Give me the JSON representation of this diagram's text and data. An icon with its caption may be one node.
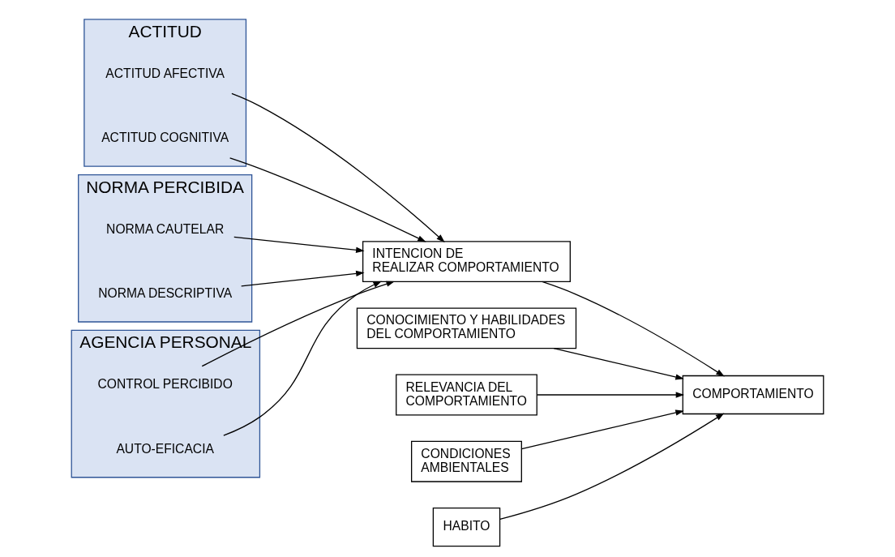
{
  "diagram": {
    "nodes": [
      {
        "text": [
          "ACTITUD"
        ]
      },
      {
        "text": [
          "ACTITUD AFECTIVA"
        ],
        "in": 0
      },
      {
        "text": [
          "ACTITUD COGNITIVA"
        ],
        "in": 0
      },
      {
        "text": [
          "NORMA PERCIBIDA"
        ]
      },
      {
        "text": [
          "NORMA CAUTELAR"
        ],
        "in": 3
      },
      {
        "text": [
          "NORMA DESCRIPTIVA"
        ],
        "in": 3
      },
      {
        "text": [
          "AGENCIA PERSONAL"
        ]
      },
      {
        "text": [
          "CONTROL PERCIBIDO"
        ],
        "in": 6
      },
      {
        "text": [
          "AUTO-EFICACIA"
        ],
        "in": 6
      },
      {
        "text": [
          "CONOCIMIENTO Y HABILIDADES DEL COMPORTAMIENTO"
        ]
      },
      {
        "text": [
          "RELEVANCIA DEL COMPORTAMIENTO"
        ]
      },
      {
        "text": [
          "INTENCION DE REALIZAR COMPORTAMIENTO"
        ]
      },
      {
        "text": [
          "COMPORTAMIENTO"
        ]
      },
      {
        "text": [
          "CONDICIONES AMBIENTALES"
        ]
      },
      {
        "text": [
          "HABITO"
        ]
      }
    ],
    "edges": [
      {
        "from": 1,
        "to": 11,
        "arrow": "to"
      },
      {
        "from": 2,
        "to": 11,
        "arrow": "to"
      },
      {
        "from": 4,
        "to": 11,
        "arrow": "to"
      },
      {
        "from": 5,
        "to": 11,
        "arrow": "to"
      },
      {
        "from": 7,
        "to": 11,
        "arrow": "to"
      },
      {
        "from": 8,
        "to": 11,
        "arrow": "to"
      },
      {
        "from": 9,
        "to": 12,
        "arrow": "to"
      },
      {
        "from": 10,
        "to": 12,
        "arrow": "to"
      },
      {
        "from": 11,
        "to": 12,
        "arrow": "to"
      },
      {
        "from": 13,
        "to": 12,
        "arrow": "to"
      },
      {
        "from": 14,
        "to": 12,
        "arrow": "to"
      }
    ]
  }
}
